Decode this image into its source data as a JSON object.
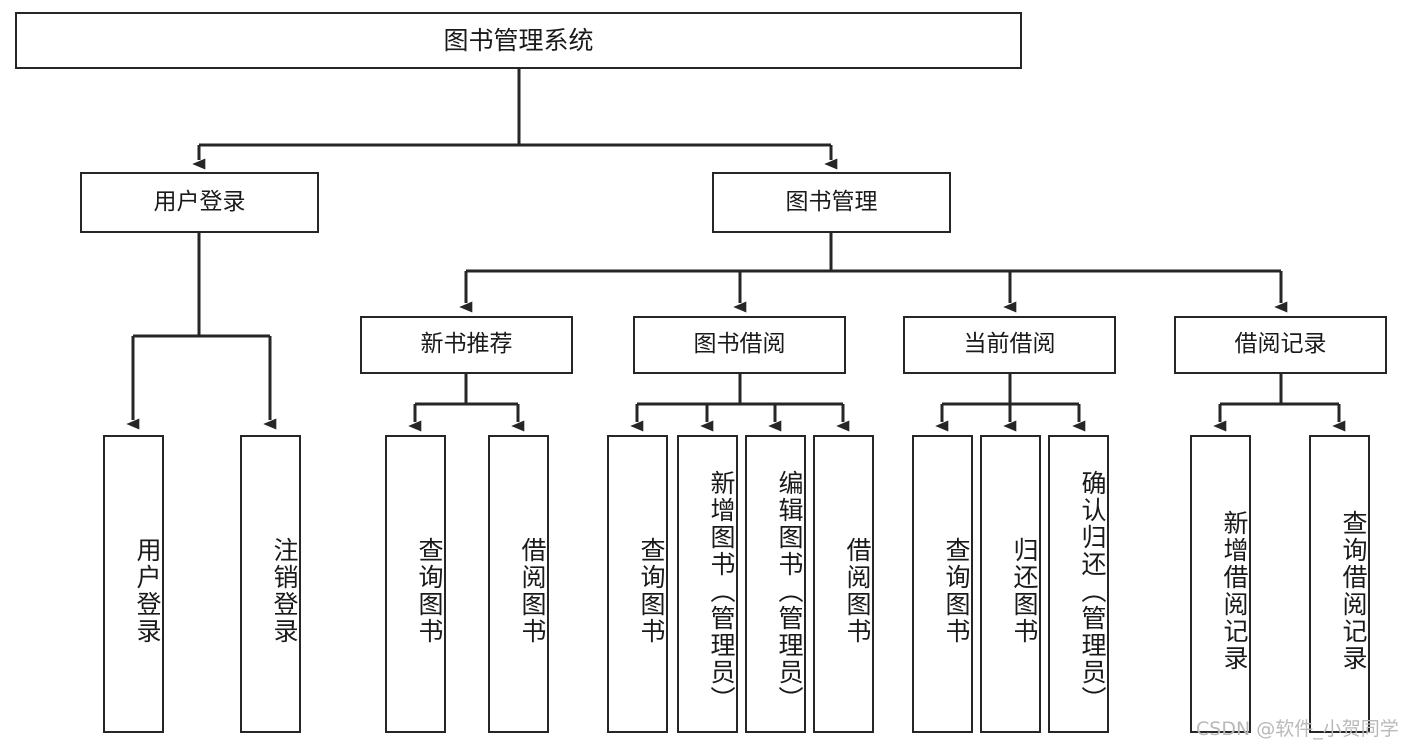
{
  "diagram": {
    "title": "图书管理系统",
    "type": "功能结构图",
    "stroke_color": "#262626",
    "fill_color": "#ffffff",
    "text_color": "#1a1a1a"
  },
  "nodes": {
    "root": {
      "label": "图书管理系统"
    },
    "level2": [
      {
        "label": "用户登录"
      },
      {
        "label": "图书管理"
      }
    ],
    "level3": [
      {
        "label": "新书推荐"
      },
      {
        "label": "图书借阅"
      },
      {
        "label": "当前借阅"
      },
      {
        "label": "借阅记录"
      }
    ],
    "leaves": [
      {
        "label": "用户登录"
      },
      {
        "label": "注销登录"
      },
      {
        "label": "查询图书"
      },
      {
        "label": "借阅图书"
      },
      {
        "label": "查询图书"
      },
      {
        "label": "新增图书（管理员）"
      },
      {
        "label": "编辑图书（管理员）"
      },
      {
        "label": "借阅图书"
      },
      {
        "label": "查询图书"
      },
      {
        "label": "归还图书"
      },
      {
        "label": "确认归还（管理员）"
      },
      {
        "label": "新增借阅记录"
      },
      {
        "label": "查询借阅记录"
      }
    ]
  },
  "watermark": {
    "text": "CSDN @软件_小贺同学"
  }
}
